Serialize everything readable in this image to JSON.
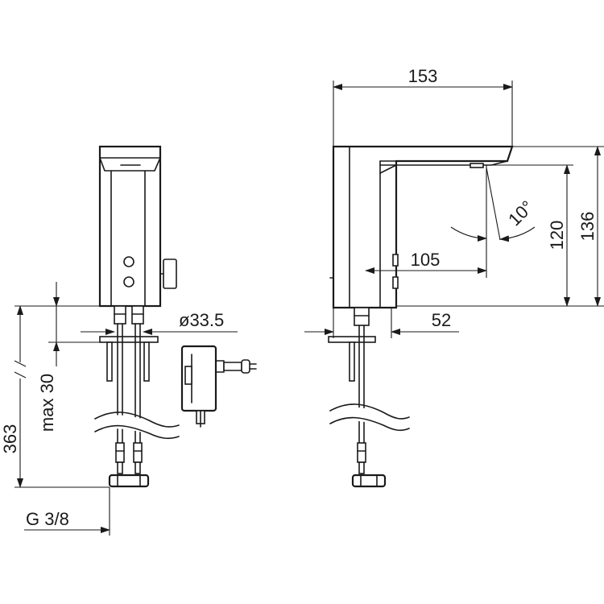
{
  "dimensions": {
    "width_top": "153",
    "height_outer": "136",
    "height_inner": "120",
    "spout_reach": "105",
    "base_offset": "52",
    "spray_angle": "10°",
    "diameter": "ø33.5",
    "total_length": "363",
    "max_deck": "max  30",
    "thread": "G 3/8"
  },
  "views": [
    "front-view",
    "side-view",
    "power-adapter"
  ]
}
